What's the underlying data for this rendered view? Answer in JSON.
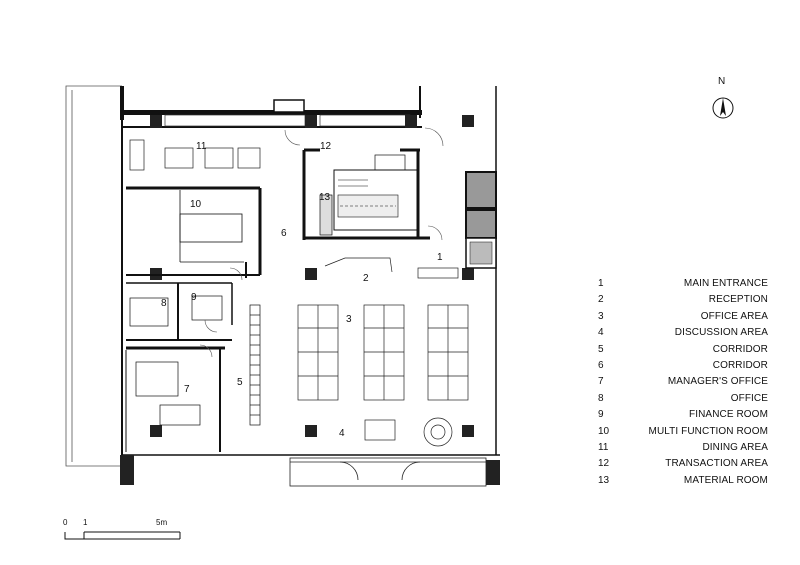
{
  "north": {
    "label": "N"
  },
  "scale": {
    "labels": [
      "0",
      "1",
      "5m"
    ]
  },
  "room_numbers": [
    "1",
    "2",
    "3",
    "4",
    "5",
    "6",
    "7",
    "8",
    "9",
    "10",
    "11",
    "12",
    "13"
  ],
  "legend": [
    {
      "number": "1",
      "name": "MAIN ENTRANCE"
    },
    {
      "number": "2",
      "name": "RECEPTION"
    },
    {
      "number": "3",
      "name": "OFFICE AREA"
    },
    {
      "number": "4",
      "name": "DISCUSSION AREA"
    },
    {
      "number": "5",
      "name": "CORRIDOR"
    },
    {
      "number": "6",
      "name": "CORRIDOR"
    },
    {
      "number": "7",
      "name": "MANAGER'S OFFICE"
    },
    {
      "number": "8",
      "name": "OFFICE"
    },
    {
      "number": "9",
      "name": "FINANCE ROOM"
    },
    {
      "number": "10",
      "name": "MULTI FUNCTION ROOM"
    },
    {
      "number": "11",
      "name": "DINING AREA"
    },
    {
      "number": "12",
      "name": "TRANSACTION AREA"
    },
    {
      "number": "13",
      "name": "MATERIAL ROOM"
    }
  ]
}
